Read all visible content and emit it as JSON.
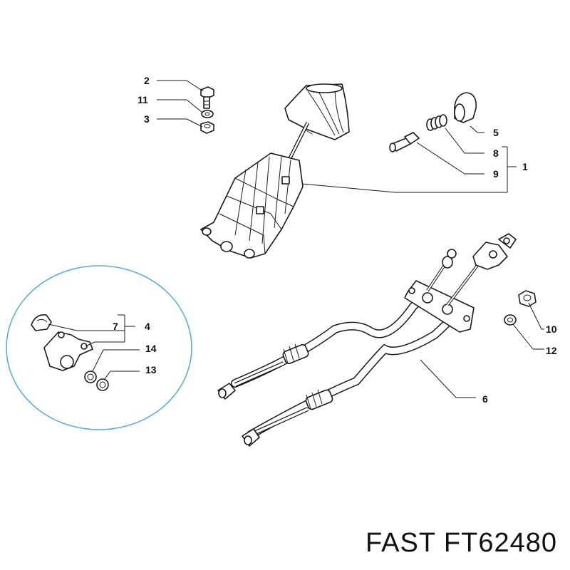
{
  "caption": "FAST FT62480",
  "callouts": {
    "c1": "1",
    "c2": "2",
    "c3": "3",
    "c4": "4",
    "c5": "5",
    "c6": "6",
    "c7": "7",
    "c8": "8",
    "c9": "9",
    "c10": "10",
    "c11": "11",
    "c12": "12",
    "c13": "13",
    "c14": "14"
  },
  "colors": {
    "inset_circle": "#5aaed8",
    "line": "#1a1a1a"
  }
}
